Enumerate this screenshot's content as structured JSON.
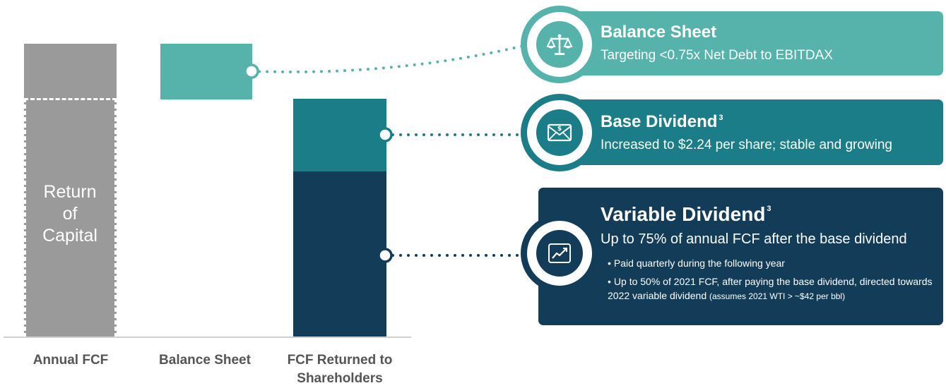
{
  "chart_data": {
    "type": "bar",
    "categories": [
      "Annual FCF",
      "Balance Sheet",
      "FCF Returned to Shareholders"
    ],
    "bars": {
      "annual_fcf": {
        "balance_sheet_portion_label": "",
        "return_of_capital_label": "Return of Capital",
        "total": 1.0,
        "return_of_capital_share": 0.82
      },
      "balance_sheet": {
        "value": 0.18
      },
      "fcf_returned": {
        "base_dividend": 0.24,
        "variable_dividend": 0.58
      }
    },
    "colors": {
      "annual_fcf": "#9a9a9a",
      "balance_sheet": "#55b3ac",
      "base_dividend": "#1b7d88",
      "variable_dividend": "#123c58"
    }
  },
  "labels": {
    "roc": "Return\nof\nCapital",
    "x_annual": "Annual FCF",
    "x_balance": "Balance Sheet",
    "x_returned": "FCF Returned to\nShareholders"
  },
  "callouts": {
    "balance_sheet": {
      "title": "Balance Sheet",
      "subtitle": "Targeting <0.75x Net Debt to EBITDAX",
      "icon": "scales-icon",
      "color": "#55b3ac"
    },
    "base_dividend": {
      "title": "Base Dividend",
      "footnote": "3",
      "subtitle": "Increased to $2.24 per share; stable and growing",
      "icon": "dollar-envelope-icon",
      "color": "#1b7d88"
    },
    "variable_dividend": {
      "title": "Variable Dividend",
      "footnote": "3",
      "subtitle": "Up to 75% of annual FCF after the base dividend",
      "icon": "line-chart-icon",
      "color": "#123c58",
      "bullets": [
        {
          "bullet": "•",
          "text": "Paid quarterly during the following year"
        },
        {
          "bullet": "•",
          "text": "Up to 50% of 2021 FCF, after paying the base dividend, directed towards 2022 variable dividend",
          "note": "(assumes 2021 WTI > ~$42 per bbl)"
        }
      ]
    }
  }
}
